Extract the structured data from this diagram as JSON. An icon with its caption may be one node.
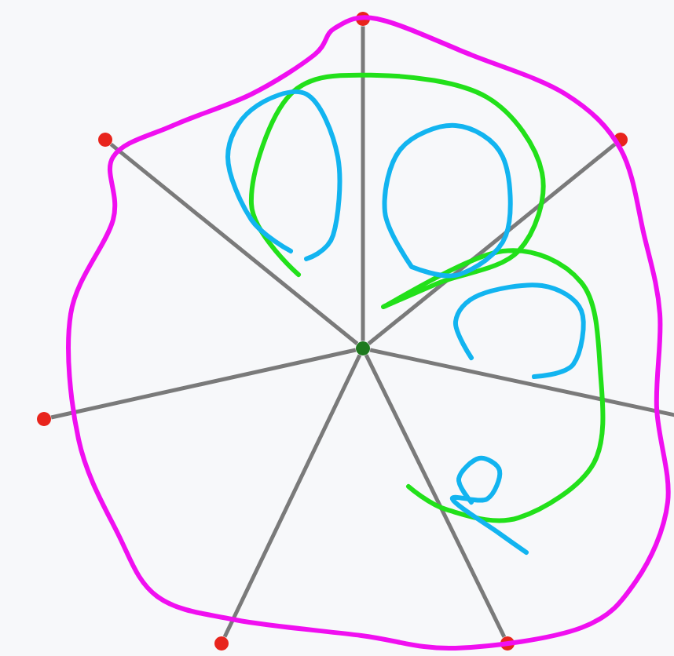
{
  "diagram": {
    "nodes": [
      {
        "text": [],
        "shape": "circle"
      },
      {
        "text": [],
        "shape": "circle"
      },
      {
        "text": [],
        "shape": "circle"
      },
      {
        "text": [],
        "shape": "circle"
      },
      {
        "text": [],
        "shape": "circle"
      },
      {
        "text": [],
        "shape": "circle"
      },
      {
        "text": [],
        "shape": "circle"
      }
    ],
    "edges": [
      {
        "from": 3,
        "to": 0,
        "arrow": "none"
      },
      {
        "from": 3,
        "to": 1,
        "arrow": "none"
      },
      {
        "from": 3,
        "to": 2,
        "arrow": "none"
      },
      {
        "from": 3,
        "to": 4,
        "arrow": "none"
      },
      {
        "from": 3,
        "to": 5,
        "arrow": "none"
      },
      {
        "from": 3,
        "to": 6,
        "arrow": "none"
      },
      {
        "from": 3,
        "to": null,
        "arrow": "none"
      }
    ]
  }
}
